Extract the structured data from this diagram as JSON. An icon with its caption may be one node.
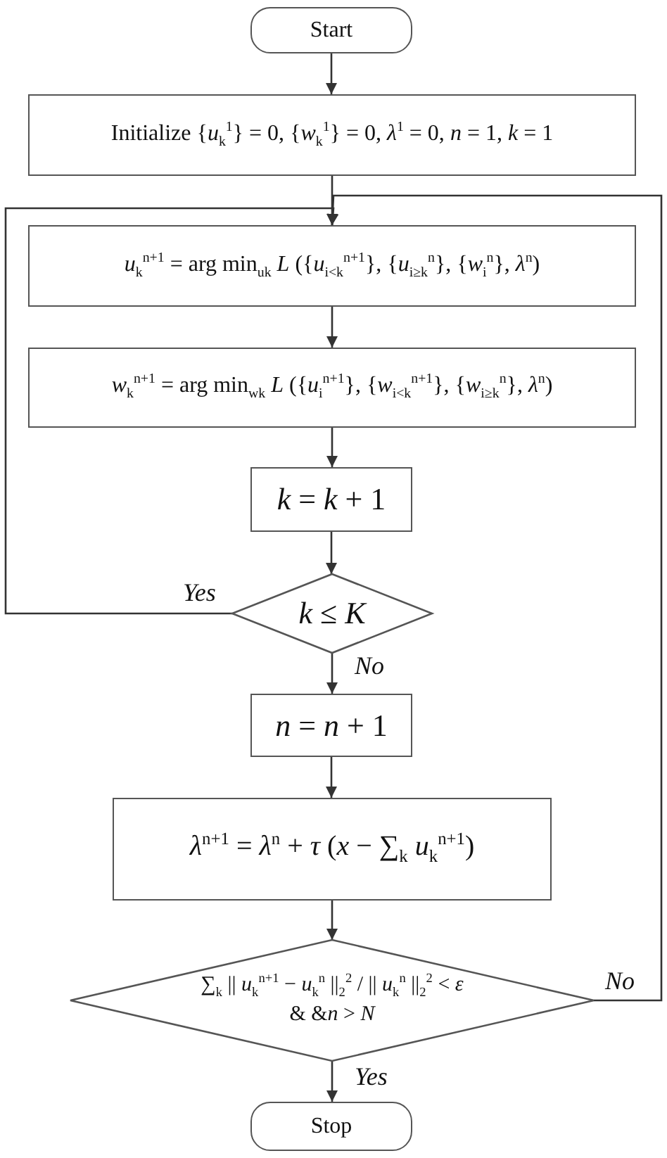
{
  "diagram": {
    "nodes": [
      {
        "text": [
          "Start"
        ]
      },
      {
        "text": [
          "Initialize {*u*$_{k}$$^{1}$} = 0, {*w*$_{k}$$^{1}$} = 0, *λ*$^{1}$ = 0, *n* = 1, *k* = 1"
        ]
      },
      {
        "text": [
          "*u*$_{k}$$^{n+1}$ = arg min$_{uk}$ *L* ({*u*$_{i<k}$$^{n+1}$}, {*u*$_{i≥k}$$^{n}$}, {*w*$_{i}$$^{n}$}, *λ*$^{n}$)"
        ]
      },
      {
        "text": [
          "*w*$_{k}$$^{n+1}$ = arg min$_{wk}$ *L* ({*u*$_{i}$$^{n+1}$}, {*w*$_{i<k}$$^{n+1}$}, {*w*$_{i≥k}$$^{n}$}, *λ*$^{n}$)"
        ]
      },
      {
        "text": [
          "*k* = *k* + 1"
        ]
      },
      {
        "text": [
          "*k* ≤ *K*"
        ]
      },
      {
        "text": [
          "*n* = *n* + 1"
        ]
      },
      {
        "text": [
          "*λ*$^{n+1}$ = *λ*$^{n}$ + *τ* (*x* − ∑$_{k}$ *u*$_{k}$$^{n+1}$)"
        ]
      },
      {
        "text": [
          "∑$_{k}$ || *u*$_{k}$$^{n+1}$ − *u*$_{k}$$^{n}$ ||$_{2}$$^{2}$ / || *u*$_{k}$$^{n}$ ||$_{2}$$^{2}$ < *ε*",
          "& &*n* > *N*"
        ]
      },
      {
        "text": [
          "Stop"
        ]
      }
    ],
    "edges": [
      {
        "from": 0,
        "to": 1,
        "arrow": "to"
      },
      {
        "from": 1,
        "to": 2,
        "arrow": "to"
      },
      {
        "from": 2,
        "to": 3,
        "arrow": "to"
      },
      {
        "from": 3,
        "to": 4,
        "arrow": "to"
      },
      {
        "from": 4,
        "to": 5,
        "arrow": "to"
      },
      {
        "from": 5,
        "to": 2,
        "arrow": "to",
        "label": "Yes"
      },
      {
        "from": 5,
        "to": 6,
        "arrow": "to",
        "label": "No"
      },
      {
        "from": 6,
        "to": 7,
        "arrow": "to"
      },
      {
        "from": 7,
        "to": 8,
        "arrow": "to"
      },
      {
        "from": 8,
        "to": 2,
        "arrow": "to",
        "label": "No"
      },
      {
        "from": 8,
        "to": 9,
        "arrow": "to",
        "label": "Yes"
      }
    ]
  }
}
